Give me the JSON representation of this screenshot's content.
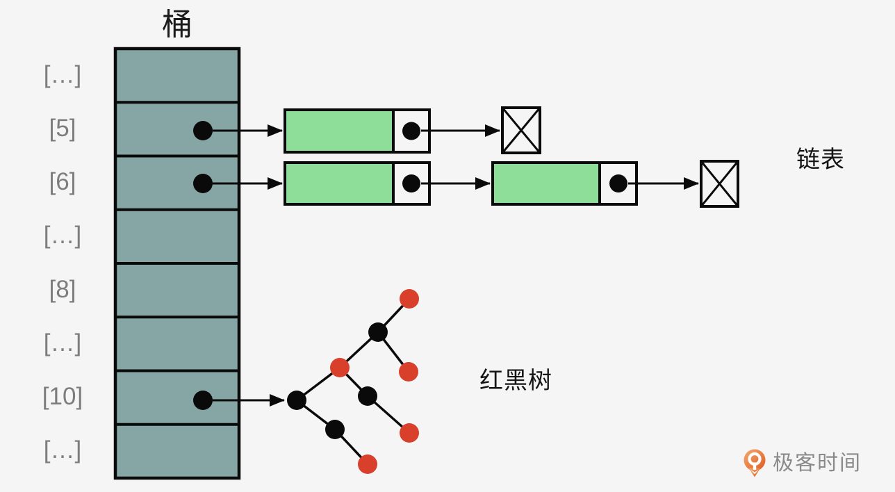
{
  "title": "桶",
  "bucket": {
    "rows": [
      "[…]",
      "[5]",
      "[6]",
      "[…]",
      "[8]",
      "[…]",
      "[10]",
      "[…]"
    ]
  },
  "annotations": {
    "linked_list": "链表",
    "red_black_tree": "红黑树"
  },
  "logo": {
    "text": "极客时间"
  },
  "icons": {
    "bucket_pointer": "black-filled-circle",
    "null_terminator": "box-with-x-cross",
    "link": "right-arrow",
    "tree_node_black": "black-circle",
    "tree_node_red": "red-circle",
    "logo_mark": "orange-pin-with-white-ring"
  },
  "colors": {
    "background": "#f4f5f4",
    "bucket_fill": "#85a6a4",
    "node_fill": "#8ede9a",
    "rb_red": "#d8402c",
    "line_black": "#0a0a0a",
    "label_gray": "#7d7d7d",
    "logo_orange_light": "#f3aa6e",
    "logo_orange_dark": "#df5a20",
    "logo_text_gray": "#8a8a8a"
  }
}
